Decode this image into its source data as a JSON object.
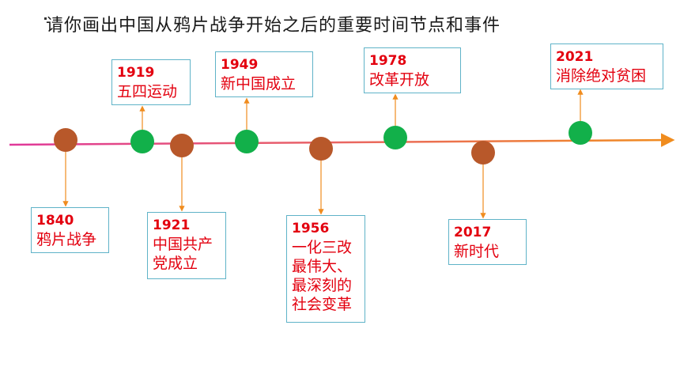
{
  "title": "请你画出中国从鸦片战争开始之后的重要时间节点和事件",
  "colors": {
    "axis_left": "#e0389a",
    "axis_right": "#f08c1e",
    "connector": "#f08c1e",
    "green_node": "#12b04a",
    "brown_node": "#b8582a",
    "label_text": "#e3000f",
    "box_border": "#5fb3c8"
  },
  "events": [
    {
      "id": "e1840",
      "year": "1840",
      "event": "鸦片战争",
      "node": "brown",
      "side": "below"
    },
    {
      "id": "e1919",
      "year": "1919",
      "event": "五四运动",
      "node": "green",
      "side": "above"
    },
    {
      "id": "e1921",
      "year": "1921",
      "event": "中国共产\n党成立",
      "node": "brown",
      "side": "below"
    },
    {
      "id": "e1949",
      "year": "1949",
      "event": "新中国成立",
      "node": "green",
      "side": "above"
    },
    {
      "id": "e1956",
      "year": "1956",
      "event": "一化三改\n最伟大、\n最深刻的\n社会变革",
      "node": "brown",
      "side": "below"
    },
    {
      "id": "e1978",
      "year": "1978",
      "event": "改革开放",
      "node": "green",
      "side": "above"
    },
    {
      "id": "e2017",
      "year": "2017",
      "event": "新时代",
      "node": "brown",
      "side": "below"
    },
    {
      "id": "e2021",
      "year": "2021",
      "event": "消除绝对贫困",
      "node": "green",
      "side": "above"
    }
  ]
}
